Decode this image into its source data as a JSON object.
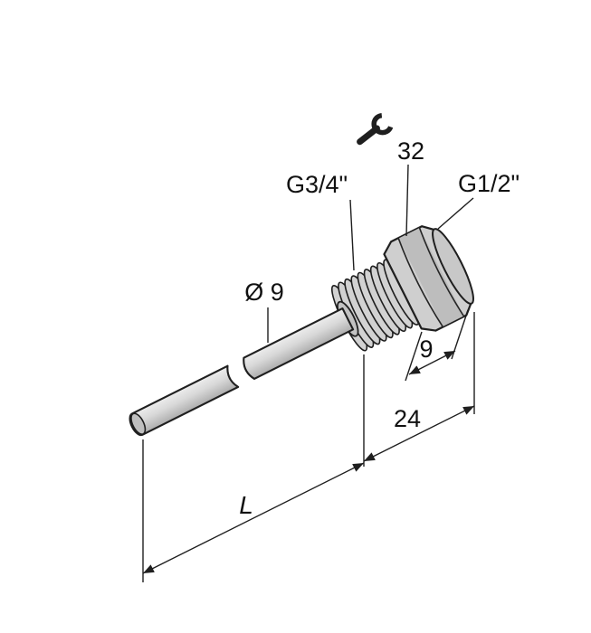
{
  "drawing": {
    "background_color": "#ffffff",
    "line_color": "#1f1f1f",
    "metal_light": "#d6d6d6",
    "metal_mid": "#c8c8c8",
    "metal_dark": "#bdbdbd",
    "labels": {
      "process_thread": "G3/4\"",
      "wrench_size": "32",
      "connection_thread": "G1/2\"",
      "tube_diameter": "Ø 9",
      "nut_height": "9",
      "thread_length": "24",
      "insertion_length": "L"
    },
    "icons": {
      "wrench": "open-end-wrench"
    }
  }
}
